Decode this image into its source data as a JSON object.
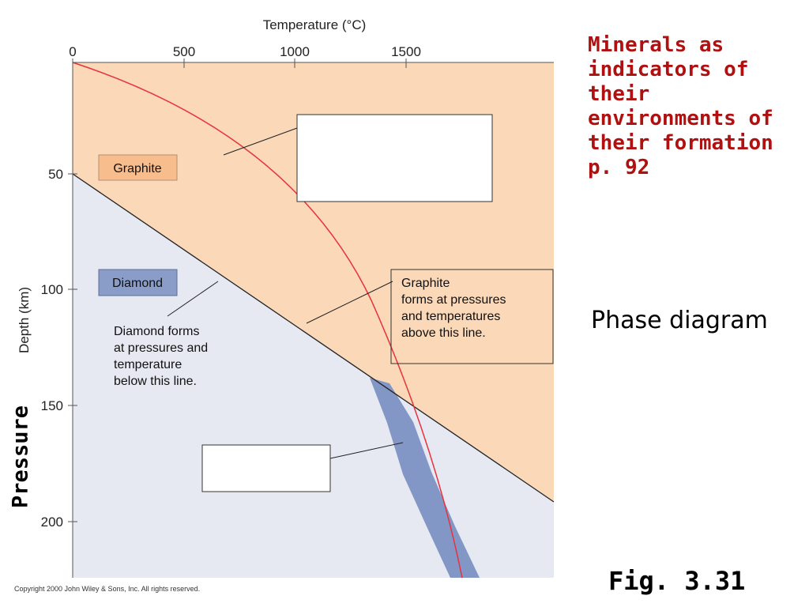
{
  "diagram": {
    "x_axis": {
      "title": "Temperature (°C)",
      "ticks": [
        "0",
        "500",
        "1000",
        "1500"
      ]
    },
    "y_axis": {
      "title": "Depth (km)",
      "ticks": [
        "50",
        "100",
        "150",
        "200"
      ]
    },
    "regions": {
      "graphite": "Graphite",
      "diamond": "Diamond"
    },
    "annotations": {
      "diamond_note": [
        "Diamond forms",
        "at pressures and",
        "temperature",
        "below this line."
      ],
      "graphite_note": [
        "Graphite",
        "forms at pressures",
        "and temperatures",
        "above this line."
      ]
    },
    "colors": {
      "graphite_region": "#fad8b8",
      "diamond_region": "#e6e9f2",
      "graphite_label_box": "#f8bd8c",
      "diamond_label_box": "#8a9cc8",
      "diamond_band": "#8297c6",
      "geotherm_curve": "#e8323c",
      "phase_boundary": "#222222"
    }
  },
  "side_title_lines": [
    "Minerals as",
    "indicators of",
    "their",
    "environments of",
    "their formation",
    "p. 92"
  ],
  "phase_label": "Phase diagram",
  "figure_label": "Fig. 3.31",
  "pressure_label": "Pressure",
  "copyright": "Copyright 2000 John Wiley & Sons, Inc. All rights reserved."
}
